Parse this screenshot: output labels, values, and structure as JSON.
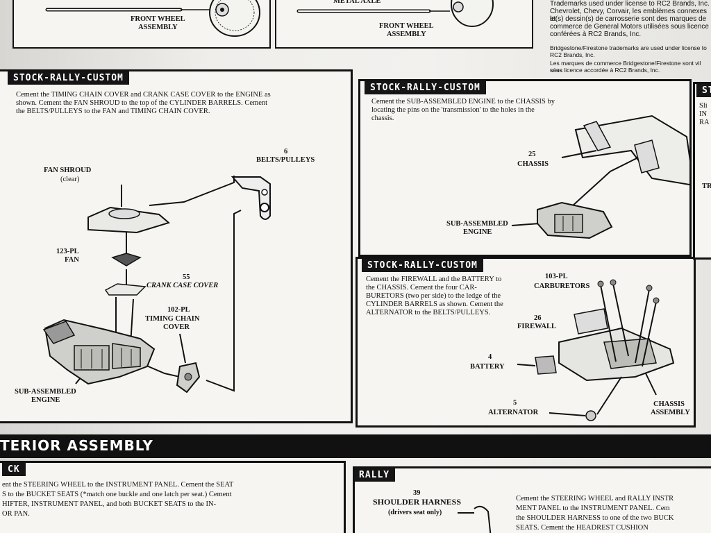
{
  "top": {
    "left_label": "FRONT WHEEL\nASSEMBLY",
    "mid_axle": "METAL AXLE",
    "mid_label": "FRONT WHEEL\nASSEMBLY",
    "legal_lines": [
      "Trademarks used under license to RC2 Brands, Inc.",
      "Chevrolet, Chevy, Corvair, les emblèmes connexes et",
      "le(s) dessin(s) de carrosserie sont des marques de",
      "commerce de General Motors utilisées sous licence",
      "conférées à RC2 Brands, Inc."
    ],
    "legal_lines2": [
      "Bridgestone/Firestone trademarks are used under license to",
      "RC2 Brands, Inc.",
      "Les marques de commerce Bridgestone/Firestone sont vil sées",
      "sous licence accordée à RC2 Brands, Inc."
    ]
  },
  "step_engine": {
    "header": "STOCK-RALLY-CUSTOM",
    "text": [
      "Cement the TIMING CHAIN COVER and CRANK CASE COVER to the ENGINE as",
      "shown. Cement the FAN SHROUD to the top of the CYLINDER BARRELS. Cement",
      "the BELTS/PULLEYS to the FAN and TIMING CHAIN COVER."
    ],
    "labels": {
      "fan_shroud": "FAN SHROUD",
      "fan_shroud_sub": "(clear)",
      "belts_num": "6",
      "belts": "BELTS/PULLEYS",
      "fan_num": "123-PL",
      "fan": "FAN",
      "crank_num": "55",
      "crank": "CRANK CASE COVER",
      "timing_num": "102-PL",
      "timing1": "TIMING CHAIN",
      "timing2": "COVER",
      "engine1": "SUB-ASSEMBLED",
      "engine2": "ENGINE"
    }
  },
  "step_chassis": {
    "header": "STOCK-RALLY-CUSTOM",
    "text": [
      "Cement the SUB-ASSEMBLED ENGINE to the CHASSIS by",
      "locating the pins on the 'transmission' to the holes in the",
      "chassis."
    ],
    "labels": {
      "chassis_num": "25",
      "chassis": "CHASSIS",
      "engine1": "SUB-ASSEMBLED",
      "engine2": "ENGINE"
    }
  },
  "step_firewall": {
    "header": "STOCK-RALLY-CUSTOM",
    "text": [
      "Cement the FIREWALL and the BATTERY to",
      "the CHASSIS. Cement the four CAR-",
      "BURETORS (two per side) to the ledge of the",
      "CYLINDER BARRELS as shown. Cement the",
      "ALTERNATOR to the BELTS/PULLEYS."
    ],
    "labels": {
      "carb_num": "103-PL",
      "carb": "CARBURETORS",
      "firewall_num": "26",
      "firewall": "FIREWALL",
      "battery_num": "4",
      "battery": "BATTERY",
      "alt_num": "5",
      "alt": "ALTERNATOR",
      "chassis1": "CHASSIS",
      "chassis2": "ASSEMBLY"
    }
  },
  "right_edge": {
    "header": "ST",
    "lines": [
      "Sli",
      "IN",
      "RA"
    ],
    "tr": "TR"
  },
  "interior": {
    "title": "TERIOR ASSEMBLY",
    "left_header": "CK",
    "left_text": [
      "ent the STEERING WHEEL to the INSTRUMENT PANEL. Cement the SEAT",
      "S to the BUCKET SEATS (*match one buckle and one latch per seat.) Cement",
      "HIFTER, INSTRUMENT PANEL, and both BUCKET SEATS to the IN-",
      "OR PAN."
    ],
    "right_header": "RALLY",
    "harness_num": "39",
    "harness": "SHOULDER HARNESS",
    "harness_sub": "(drivers seat only)",
    "right_text": [
      "Cement the STEERING WHEEL and RALLY INSTR",
      "MENT PANEL to the INSTRUMENT PANEL. Cem",
      "the SHOULDER HARNESS to one of the two BUCK",
      "SEATS.   Cement  the  HEADREST  CUSHION"
    ]
  }
}
